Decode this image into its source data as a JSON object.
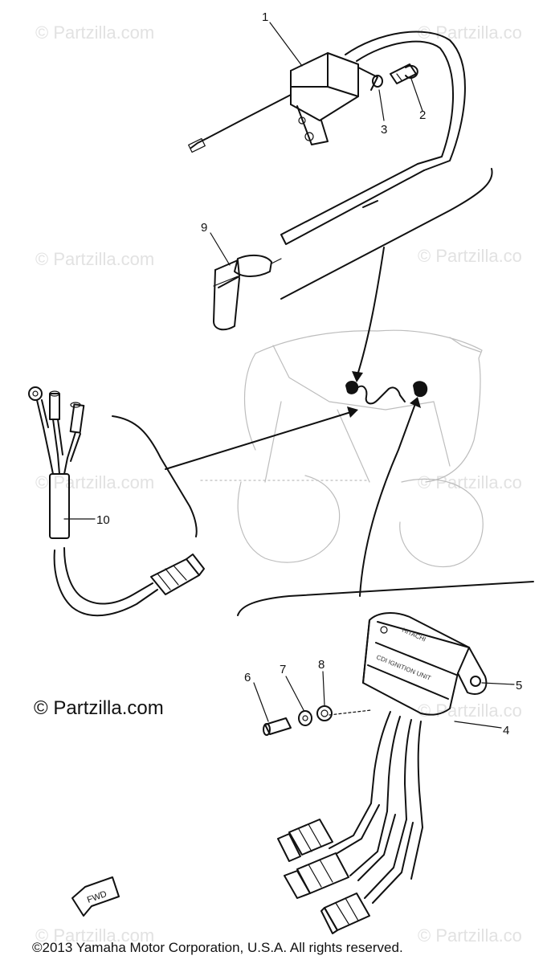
{
  "watermarks": [
    "© Partzilla.com",
    "© Partzilla.co",
    "© Partzilla.com",
    "© Partzilla.co",
    "© Partzilla.com",
    "© Partzilla.co",
    "© Partzilla.co",
    "© Partzilla.com",
    "© Partzilla.co"
  ],
  "callouts": {
    "c1": "1",
    "c2": "2",
    "c3": "3",
    "c4": "4",
    "c5": "5",
    "c6": "6",
    "c7": "7",
    "c8": "8",
    "c9": "9",
    "c10": "10"
  },
  "unit_label_top": "HITACHI",
  "unit_label_main": "CDI IGNITION UNIT",
  "fwd_label": "FWD",
  "copyright_watermark": "© Partzilla.com",
  "footer": "©2013  Yamaha Motor Corporation, U.S.A. All rights reserved."
}
